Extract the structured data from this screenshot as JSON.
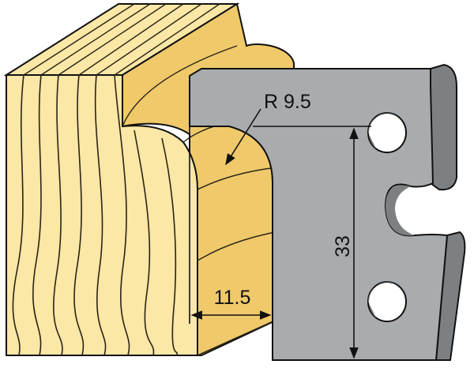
{
  "dimensions": {
    "radius_label": "R 9.5",
    "height_label": "33",
    "depth_label": "11.5"
  },
  "colors": {
    "wood_light": "#fbe7a6",
    "wood_shadow": "#f0c96a",
    "wood_grain": "#2a2418",
    "blade_face": "#a9acaf",
    "blade_side": "#7d8083",
    "outline": "#111111"
  }
}
